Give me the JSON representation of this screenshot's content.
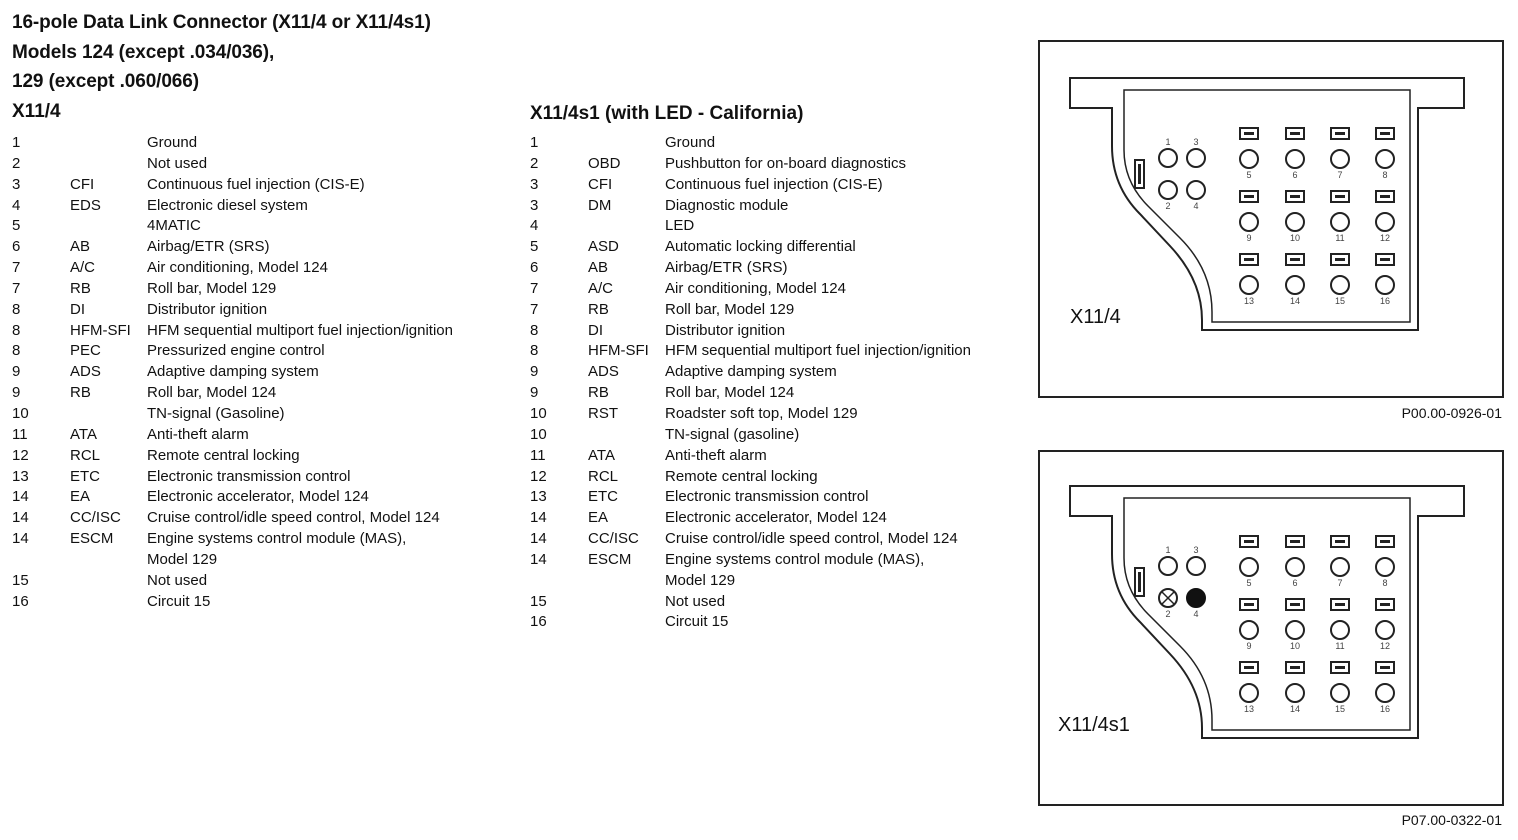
{
  "title": {
    "line1": "16-pole Data Link Connector (X11/4 or X11/4s1)",
    "line2": "Models 124 (except .034/036),",
    "line3": "129 (except .060/066)"
  },
  "x11_4": {
    "heading": "X11/4",
    "rows": [
      {
        "pin": "1",
        "abbr": "",
        "desc": "Ground"
      },
      {
        "pin": "2",
        "abbr": "",
        "desc": "Not used"
      },
      {
        "pin": "3",
        "abbr": "CFI",
        "desc": "Continuous fuel injection (CIS-E)"
      },
      {
        "pin": "4",
        "abbr": "EDS",
        "desc": "Electronic diesel system"
      },
      {
        "pin": "5",
        "abbr": "",
        "desc": "4MATIC"
      },
      {
        "pin": "6",
        "abbr": "AB",
        "desc": "Airbag/ETR (SRS)"
      },
      {
        "pin": "7",
        "abbr": "A/C",
        "desc": "Air conditioning, Model 124"
      },
      {
        "pin": "7",
        "abbr": "RB",
        "desc": "Roll bar, Model 129"
      },
      {
        "pin": "8",
        "abbr": "DI",
        "desc": "Distributor ignition"
      },
      {
        "pin": "8",
        "abbr": "HFM-SFI",
        "desc": "HFM sequential multiport fuel injection/ignition"
      },
      {
        "pin": "8",
        "abbr": "PEC",
        "desc": "Pressurized engine control"
      },
      {
        "pin": "9",
        "abbr": "ADS",
        "desc": "Adaptive damping system"
      },
      {
        "pin": "9",
        "abbr": "RB",
        "desc": "Roll bar, Model 124"
      },
      {
        "pin": "10",
        "abbr": "",
        "desc": "TN-signal (Gasoline)"
      },
      {
        "pin": "11",
        "abbr": "ATA",
        "desc": "Anti-theft alarm"
      },
      {
        "pin": "12",
        "abbr": "RCL",
        "desc": "Remote central locking"
      },
      {
        "pin": "13",
        "abbr": "ETC",
        "desc": "Electronic transmission control"
      },
      {
        "pin": "14",
        "abbr": "EA",
        "desc": "Electronic accelerator, Model 124"
      },
      {
        "pin": "14",
        "abbr": "CC/ISC",
        "desc": "Cruise control/idle speed control, Model 124"
      },
      {
        "pin": "14",
        "abbr": "ESCM",
        "desc": "Engine systems control module (MAS),"
      },
      {
        "pin": "",
        "abbr": "",
        "desc": "Model 129"
      },
      {
        "pin": "15",
        "abbr": "",
        "desc": "Not used"
      },
      {
        "pin": "16",
        "abbr": "",
        "desc": "Circuit 15"
      }
    ]
  },
  "x11_4s1": {
    "heading": "X11/4s1 (with LED - California)",
    "rows": [
      {
        "pin": "1",
        "abbr": "",
        "desc": "Ground"
      },
      {
        "pin": "2",
        "abbr": "OBD",
        "desc": "Pushbutton for on-board diagnostics"
      },
      {
        "pin": "3",
        "abbr": "CFI",
        "desc": "Continuous fuel injection (CIS-E)"
      },
      {
        "pin": "3",
        "abbr": "DM",
        "desc": "Diagnostic module"
      },
      {
        "pin": "4",
        "abbr": "",
        "desc": "LED"
      },
      {
        "pin": "5",
        "abbr": "ASD",
        "desc": "Automatic locking differential"
      },
      {
        "pin": "6",
        "abbr": "AB",
        "desc": "Airbag/ETR (SRS)"
      },
      {
        "pin": "7",
        "abbr": "A/C",
        "desc": "Air conditioning, Model 124"
      },
      {
        "pin": "7",
        "abbr": "RB",
        "desc": "Roll bar, Model 129"
      },
      {
        "pin": "8",
        "abbr": "DI",
        "desc": "Distributor ignition"
      },
      {
        "pin": "8",
        "abbr": "HFM-SFI",
        "desc": "HFM sequential multiport fuel injection/ignition"
      },
      {
        "pin": "9",
        "abbr": "ADS",
        "desc": "Adaptive damping system"
      },
      {
        "pin": "9",
        "abbr": "RB",
        "desc": "Roll bar, Model 124"
      },
      {
        "pin": "10",
        "abbr": "RST",
        "desc": "Roadster soft top, Model 129"
      },
      {
        "pin": "10",
        "abbr": "",
        "desc": "TN-signal (gasoline)"
      },
      {
        "pin": "11",
        "abbr": "ATA",
        "desc": "Anti-theft alarm"
      },
      {
        "pin": "12",
        "abbr": "RCL",
        "desc": "Remote central locking"
      },
      {
        "pin": "13",
        "abbr": "ETC",
        "desc": "Electronic transmission control"
      },
      {
        "pin": "14",
        "abbr": "EA",
        "desc": "Electronic accelerator, Model 124"
      },
      {
        "pin": "14",
        "abbr": "CC/ISC",
        "desc": "Cruise control/idle speed control, Model 124"
      },
      {
        "pin": "14",
        "abbr": "ESCM",
        "desc": "Engine systems control module (MAS),"
      },
      {
        "pin": "",
        "abbr": "",
        "desc": "Model 129"
      },
      {
        "pin": "15",
        "abbr": "",
        "desc": "Not used"
      },
      {
        "pin": "16",
        "abbr": "",
        "desc": "Circuit 15"
      }
    ]
  },
  "figures": [
    {
      "label": "X11/4",
      "code": "P00.00-0926-01",
      "pin_labels": [
        "1",
        "2",
        "3",
        "4",
        "5",
        "6",
        "7",
        "8",
        "9",
        "10",
        "11",
        "12",
        "13",
        "14",
        "15",
        "16"
      ],
      "pin2": "open",
      "pin4": "open"
    },
    {
      "label": "X11/4s1",
      "code": "P07.00-0322-01",
      "pin_labels": [
        "1",
        "2",
        "3",
        "4",
        "5",
        "6",
        "7",
        "8",
        "9",
        "10",
        "11",
        "12",
        "13",
        "14",
        "15",
        "16"
      ],
      "pin2": "lamp",
      "pin4": "filled"
    }
  ]
}
